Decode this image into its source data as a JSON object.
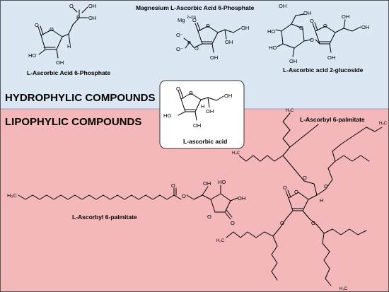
{
  "headings": {
    "hydrophilic": "HYDROPHYLIC COMPOUNDS",
    "lipophilic": "LIPOPHYLIC COMPOUNDS"
  },
  "compounds": {
    "magnesium": "Magnesium L-Ascorbic Acid 6-Phosphate",
    "asc6p": "L-Ascorbic Acid 6-Phosphate",
    "asc2g": "L-Ascorbic acid 2-glucoside",
    "asc": "L-ascorbic acid",
    "pal6": "L-Ascorbyl 6-palmitate",
    "tetra": "L-Ascorbyl 6-palmitate"
  },
  "atoms": {
    "O": "O",
    "OH": "OH",
    "HO": "HO",
    "H": "H",
    "P": "P",
    "O_minus": "O⁻",
    "mg": "Mg",
    "mg_charge": "2+(II)",
    "H3C": "H₃C",
    "H3C_sub": "H",
    "three": "3",
    "C": "C"
  },
  "colors": {
    "hydrophilic_bg": "#dbe7f3",
    "lipophilic_bg": "#f4b8bb",
    "divider": "#8aa9c6",
    "frame": "#555555",
    "box_bg": "#ffffff"
  }
}
